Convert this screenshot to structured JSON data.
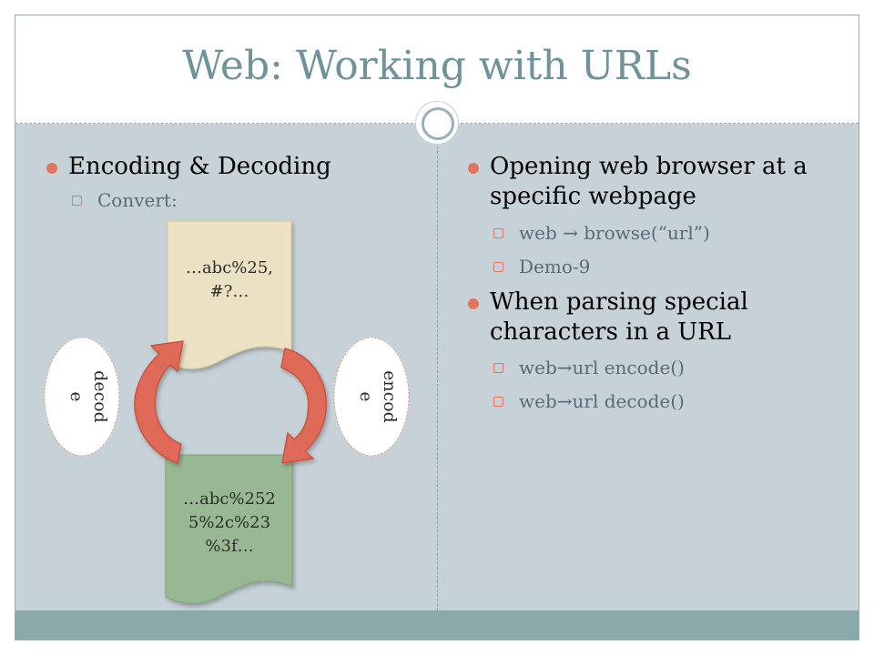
{
  "slide": {
    "title": "Web: Working with URLs"
  },
  "left_column": {
    "bullet1": "Encoding & Decoding",
    "sub1": "Convert:"
  },
  "diagram": {
    "top_doc": {
      "line1": "…abc%25,",
      "line2": "#?…"
    },
    "bottom_doc": {
      "line1": "…abc%252",
      "line2": "5%2c%23",
      "line3": "%3f…"
    },
    "left_oval": {
      "line1": "decod",
      "line2": "e"
    },
    "right_oval": {
      "line1": "encod",
      "line2": "e"
    },
    "colors": {
      "top_doc": "#ebe2c4",
      "bottom_doc": "#98b893",
      "arrow": "#e06b58",
      "oval": "#ffffff"
    }
  },
  "right_column": {
    "bullet1": "Opening web browser at a specific webpage",
    "sub1": "web → browse(“url”)",
    "sub2": "Demo-9",
    "bullet2": "When parsing special characters in a URL",
    "sub3": "web→url encode()",
    "sub4": "web→url decode()"
  }
}
